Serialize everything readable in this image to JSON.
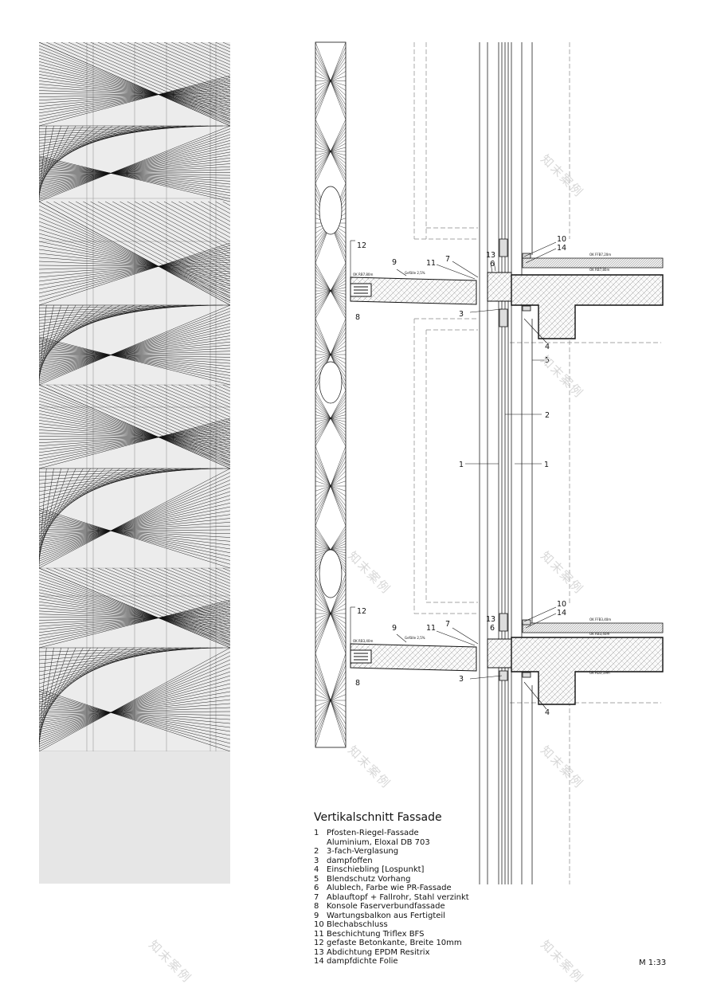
{
  "title": "Vertikalschnitt Fassade",
  "scale": "M 1:33",
  "legend": [
    {
      "num": "1",
      "text": "Pfosten-Riegel-Fassade\nAluminium, Eloxal DB 703"
    },
    {
      "num": "2",
      "text": "3-fach-Verglasung"
    },
    {
      "num": "3",
      "text": "dampfoffen"
    },
    {
      "num": "4",
      "text": "Einschiebling [Lospunkt]"
    },
    {
      "num": "5",
      "text": "Blendschutz Vorhang"
    },
    {
      "num": "6",
      "text": "Alublech, Farbe wie PR-Fassade"
    },
    {
      "num": "7",
      "text": "Ablauftopf + Fallrohr, Stahl verzinkt"
    },
    {
      "num": "8",
      "text": "Konsole Faserverbundfassade"
    },
    {
      "num": "9",
      "text": "Wartungsbalkon aus Fertigteil"
    },
    {
      "num": "10",
      "text": "Blechabschluss"
    },
    {
      "num": "11",
      "text": "Beschichtung Triflex BFS"
    },
    {
      "num": "12",
      "text": "gefaste Betonkante, Breite 10mm"
    },
    {
      "num": "13",
      "text": "Abdichtung EPDM Resitrix"
    },
    {
      "num": "14",
      "text": "dampfdichte Folie"
    }
  ],
  "callouts_upper": {
    "c1a": "1",
    "c1b": "1",
    "c2": "2",
    "c3": "3",
    "c4": "4",
    "c5": "5",
    "c6": "6",
    "c7": "7",
    "c8": "8",
    "c9": "9",
    "c10": "10",
    "c11": "11",
    "c12": "12",
    "c13": "13",
    "c14": "14"
  },
  "callouts_lower": {
    "c3": "3",
    "c4": "4",
    "c6": "6",
    "c7": "7",
    "c8": "8",
    "c9": "9",
    "c10": "10",
    "c11": "11",
    "c12": "12",
    "c13": "13",
    "c14": "14"
  },
  "level_labels": {
    "ok_rb_upper_left": "OK RB7,80m",
    "gefaelle_upper": "Gefälle 2,5%",
    "ok_ffb_upper": "OK FFB7,20m",
    "ok_rb_upper_right": "OK RB7,80m",
    "ok_rb_lower_left": "OK RB3,40m",
    "gefaelle_lower": "Gefälle 2,5%",
    "ok_ffb_lower": "OK FFB3,40m",
    "ok_rb_lower_right": "OK RB3,40m",
    "ok_rd_lower": "OK RD3,19m"
  },
  "watermark": "知末案例"
}
